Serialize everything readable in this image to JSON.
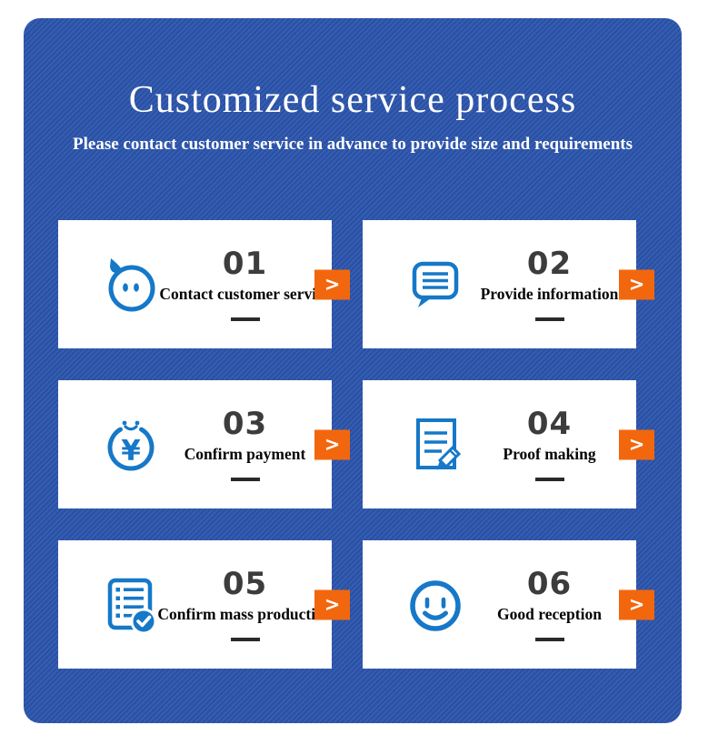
{
  "header": {
    "title": "Customized service process",
    "subtitle": "Please contact customer service in advance to provide size and requirements"
  },
  "arrow_label": ">",
  "colors": {
    "panel_blue": "#2F57A9",
    "accent_orange": "#F2670E",
    "icon_blue": "#1678C8",
    "number_gray": "#3C3C3C"
  },
  "steps": [
    {
      "number": "01",
      "label": "Contact customer service",
      "icon": "chat-mascot-icon"
    },
    {
      "number": "02",
      "label": "Provide information",
      "icon": "speech-bubble-lines-icon"
    },
    {
      "number": "03",
      "label": "Confirm payment",
      "icon": "yen-coin-icon"
    },
    {
      "number": "04",
      "label": "Proof making",
      "icon": "document-pencil-icon"
    },
    {
      "number": "05",
      "label": "Confirm mass production",
      "icon": "checklist-check-icon"
    },
    {
      "number": "06",
      "label": "Good reception",
      "icon": "smiley-face-icon"
    }
  ]
}
